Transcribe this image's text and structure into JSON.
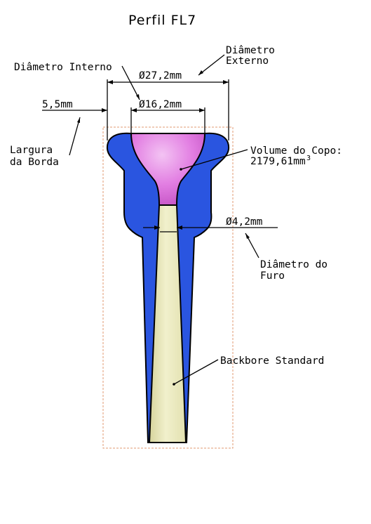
{
  "title": "Perfil  FL7",
  "colors": {
    "body": "#2a55e0",
    "cup": "#e27ee2",
    "backbore": "#ecebc0",
    "frame": "#e09a70"
  },
  "dimensions": {
    "outer_diameter": "Ø27,2mm",
    "inner_diameter": "Ø16,2mm",
    "rim_width": "5,5mm",
    "throat_diameter": "Ø4,2mm"
  },
  "labels": {
    "outer_diameter_line1": "Diâmetro",
    "outer_diameter_line2": "Externo",
    "inner_diameter": "Diâmetro  Interno",
    "rim_width_line1": "Largura",
    "rim_width_line2": "da  Borda",
    "cup_volume_line1": "Volume  do  Copo:",
    "cup_volume_line2": "2179,61mm",
    "cup_volume_superscript": "3",
    "throat_line1": "Diâmetro  do",
    "throat_line2": "Furo",
    "backbore": "Backbore  Standard"
  }
}
